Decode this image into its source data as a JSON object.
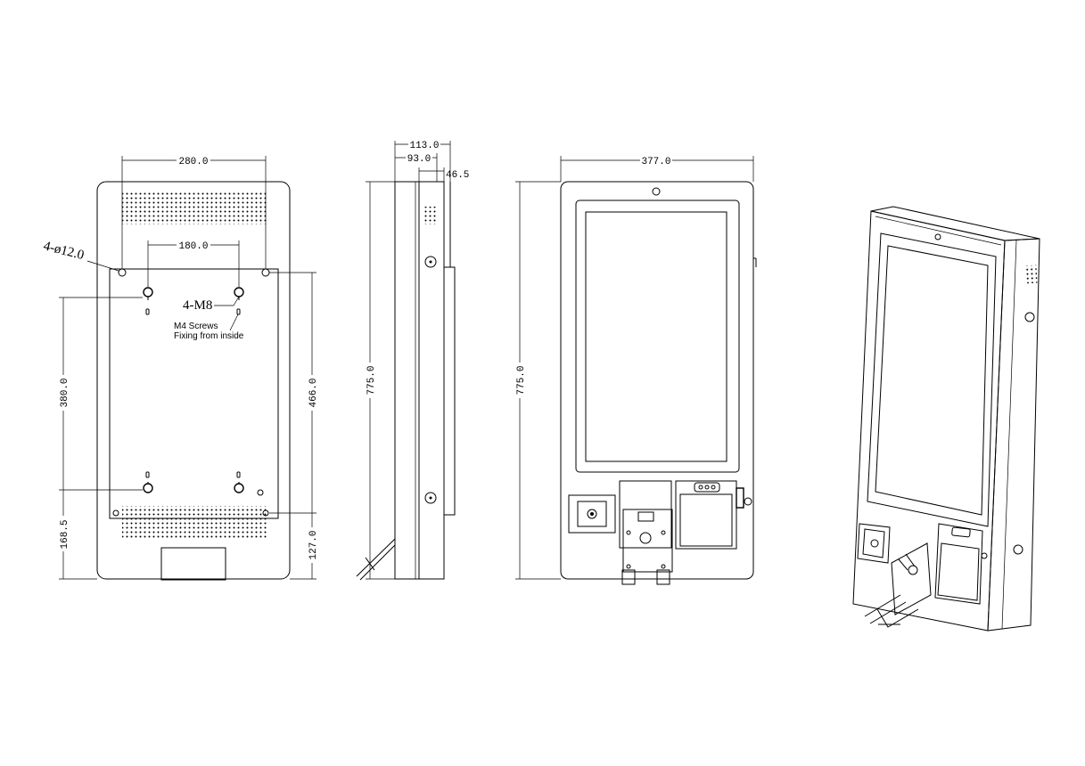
{
  "colors": {
    "line": "#000000",
    "background": "#ffffff"
  },
  "rear_view": {
    "dim_top_holes": "280.0",
    "dim_inner_holes": "180.0",
    "dim_hole_dia": "4-ø12.0",
    "dim_m8": "4-M8",
    "note_line1": "M4 Screws",
    "note_line2": "Fixing from inside",
    "dim_left_vertical": "380.0",
    "dim_right_vertical": "466.0",
    "dim_bottom_left": "168.5",
    "dim_bottom_right": "127.0"
  },
  "side_view": {
    "dim_depth_total": "113.0",
    "dim_depth_body": "93.0",
    "dim_depth_back": "46.5",
    "dim_height": "775.0"
  },
  "front_view": {
    "dim_width": "377.0",
    "dim_height": "775.0"
  }
}
